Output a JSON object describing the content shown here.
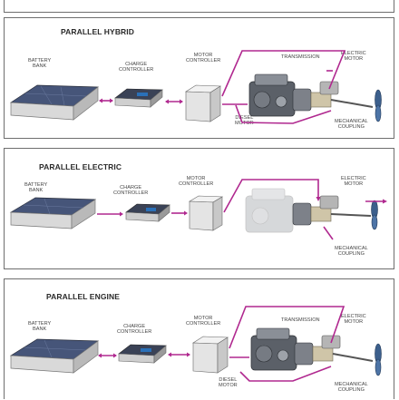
{
  "colors": {
    "accent": "#b0288f",
    "border": "#6e6e6e",
    "battery": "#2f3a52",
    "battery_top": "#465579",
    "controller": "#2b3142",
    "cabinet": "#e7e7e7",
    "engine": "#5b6068",
    "propeller": "#3c5f8c"
  },
  "icons": [
    "battery-bank-icon",
    "charge-controller-icon",
    "motor-controller-icon",
    "engine-icon",
    "propeller-icon"
  ],
  "panels": [
    {
      "title": "PARALLEL HYBRID",
      "battery": [
        "BATTERY",
        "BANK"
      ],
      "charge": [
        "CHARGE",
        "CONTROLLER"
      ],
      "motor_ctrl": [
        "MOTOR",
        "CONTROLLER"
      ],
      "transmission": "TRANSMISSION",
      "electric_motor": [
        "ELECTRIC",
        "MOTOR"
      ],
      "diesel": [
        "DIESEL",
        "MOTOR"
      ],
      "coupling": [
        "MECHANICAL",
        "COUPLING"
      ]
    },
    {
      "title": "PARALLEL ELECTRIC",
      "battery": [
        "BATTERY",
        "BANK"
      ],
      "charge": [
        "CHARGE",
        "CONTROLLER"
      ],
      "motor_ctrl": [
        "MOTOR",
        "CONTROLLER"
      ],
      "electric_motor": [
        "ELECTRIC",
        "MOTOR"
      ],
      "coupling": [
        "MECHANICAL",
        "COUPLING"
      ]
    },
    {
      "title": "PARALLEL ENGINE",
      "battery": [
        "BATTERY",
        "BANK"
      ],
      "charge": [
        "CHARGE",
        "CONTROLLER"
      ],
      "motor_ctrl": [
        "MOTOR",
        "CONTROLLER"
      ],
      "transmission": "TRANSMISSION",
      "electric_motor": [
        "ELECTRIC",
        "MOTOR"
      ],
      "diesel": [
        "DIESEL",
        "MOTOR"
      ],
      "coupling": [
        "MECHANICAL",
        "COUPLING"
      ]
    }
  ]
}
